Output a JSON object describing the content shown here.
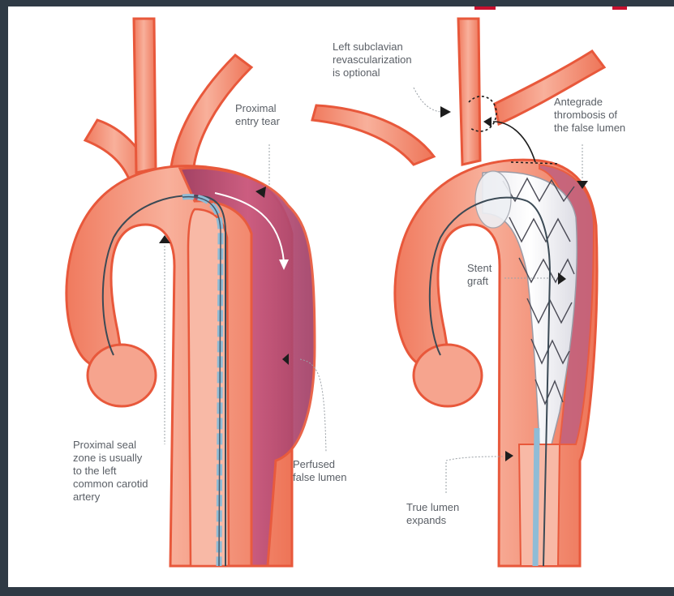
{
  "labels": {
    "proximal_entry_tear": "Proximal\nentry tear",
    "proximal_seal_zone": "Proximal seal\nzone is usually\nto the left\ncommon carotid\nartery",
    "perfused_false_lumen": "Perfused\nfalse lumen",
    "left_subclavian": "Left subclavian\nrevascularization\nis optional",
    "antegrade_thrombosis": "Antegrade\nthrombosis of\nthe false lumen",
    "stent_graft": "Stent\ngraft",
    "true_lumen_expands": "True lumen\nexpands"
  },
  "colors": {
    "vessel": "#f5927a",
    "vessel_outline": "#e8583b",
    "false_lumen": "#b4476e",
    "guidewire": "#8fbcd6",
    "label_text": "#5a5f66",
    "background_frame": "#2f3a45"
  }
}
